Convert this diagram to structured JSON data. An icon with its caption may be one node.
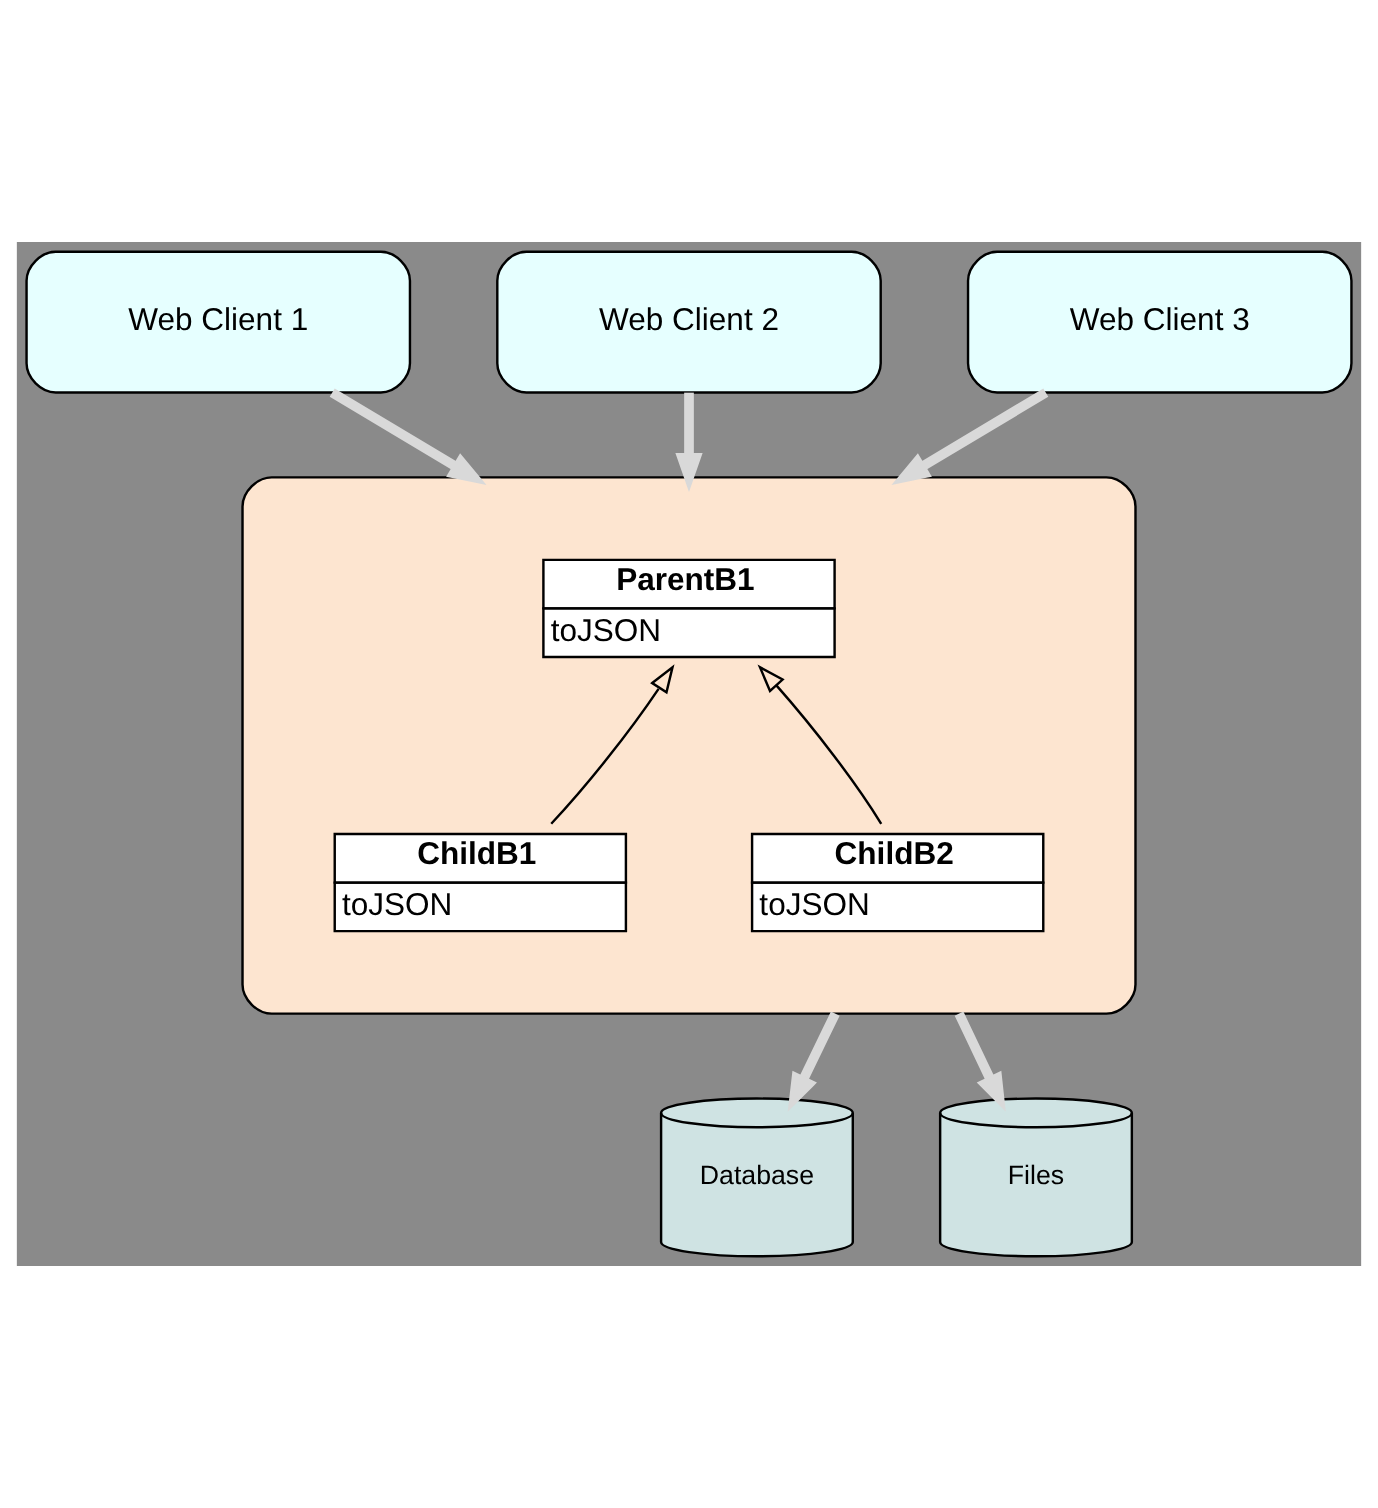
{
  "diagram": {
    "nodes": [
      {
        "text": [
          "Web Client 1"
        ]
      },
      {
        "text": [
          "Web Client 2"
        ]
      },
      {
        "text": [
          "Web Client 3"
        ]
      },
      {
        "text": [],
        "shape": "cloud"
      },
      {
        "text": [
          "ParentB1",
          "toJSON"
        ],
        "in": 3
      },
      {
        "text": [
          "ChildB1",
          "toJSON"
        ],
        "in": 3
      },
      {
        "text": [
          "ChildB2",
          "toJSON"
        ],
        "in": 3
      },
      {
        "text": [
          "Database"
        ]
      },
      {
        "text": [
          "Files"
        ]
      }
    ],
    "edges": [
      {
        "from": 0,
        "to": 3,
        "arrow": "to"
      },
      {
        "from": 1,
        "to": 3,
        "arrow": "to"
      },
      {
        "from": 2,
        "to": 3,
        "arrow": "to"
      },
      {
        "from": 5,
        "to": 4,
        "arrow": "to",
        "color": "#000000"
      },
      {
        "from": 6,
        "to": 4,
        "arrow": "to",
        "color": "#000000"
      },
      {
        "from": 3,
        "to": 7,
        "arrow": "to"
      },
      {
        "from": 3,
        "to": 8,
        "arrow": "to"
      }
    ]
  }
}
